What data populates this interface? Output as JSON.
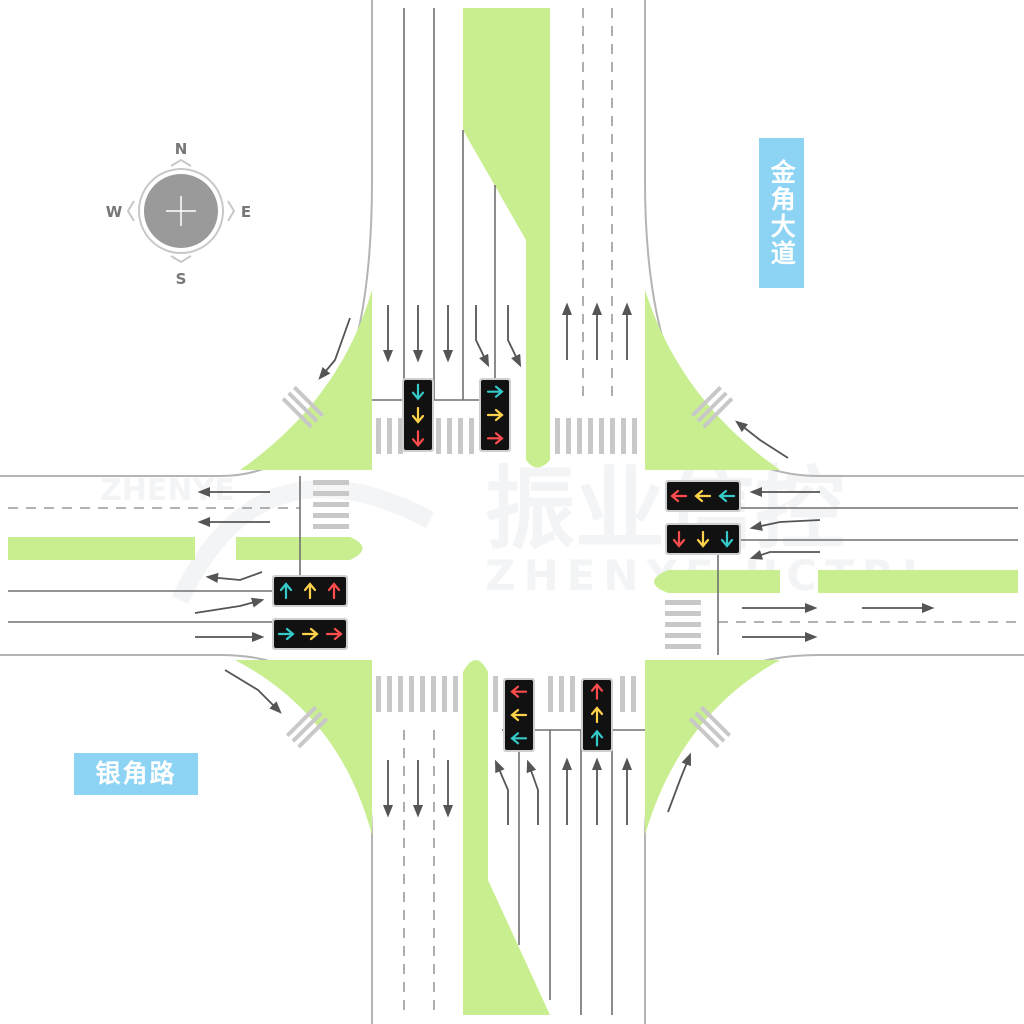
{
  "roads": {
    "north_south": "金角大道",
    "east_west": "银角路"
  },
  "compass": {
    "north": "N",
    "south": "S",
    "east": "E",
    "west": "W"
  },
  "watermark": {
    "text": "振业信控",
    "subtext": "ZHENYE UCTRL",
    "logo_text": "ZHENYE"
  },
  "colors": {
    "median": "#c8ee8f",
    "road_line": "#b4b4b4",
    "lane_line": "#707070",
    "crosswalk": "#c8c8c8",
    "arrow": "#555555",
    "label_bg": "#8dd3f3",
    "signal_red": "#ff4d4d",
    "signal_yellow": "#ffd24a",
    "signal_green": "#35c9c9",
    "signal_body": "#111111"
  },
  "signals": [
    {
      "approach": "north_bound_in_left",
      "arrows": [
        "down-green",
        "down-yellow",
        "down-red"
      ]
    },
    {
      "approach": "north_bound_in_right",
      "arrows": [
        "right-green",
        "right-yellow",
        "right-red"
      ]
    },
    {
      "approach": "east_upper",
      "arrows": [
        "left-red",
        "left-yellow",
        "left-green"
      ]
    },
    {
      "approach": "east_lower",
      "arrows": [
        "down-red",
        "down-yellow",
        "down-green"
      ]
    },
    {
      "approach": "west_upper",
      "arrows": [
        "up-green",
        "up-yellow",
        "up-red"
      ]
    },
    {
      "approach": "west_lower",
      "arrows": [
        "right-green",
        "right-yellow",
        "right-red"
      ]
    },
    {
      "approach": "south_left",
      "arrows": [
        "left-red",
        "left-yellow",
        "left-green"
      ]
    },
    {
      "approach": "south_right",
      "arrows": [
        "up-red",
        "up-yellow",
        "up-green"
      ]
    }
  ]
}
